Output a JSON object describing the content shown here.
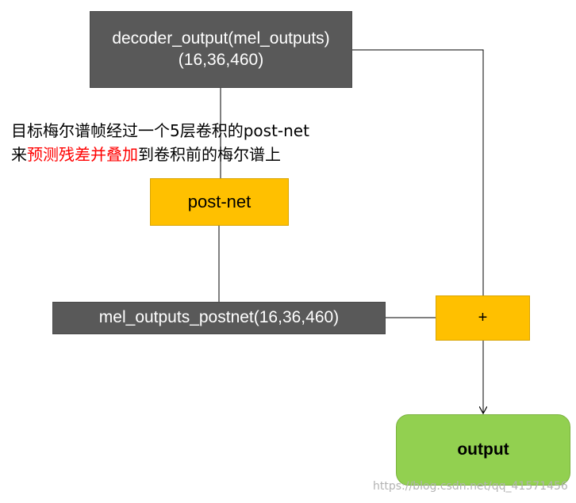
{
  "nodes": {
    "decoder_output": {
      "line1": "decoder_output(mel_outputs)",
      "line2": "(16,36,460)"
    },
    "postnet": {
      "label": "post-net"
    },
    "mel_outputs_postnet": {
      "label": "mel_outputs_postnet(16,36,460)"
    },
    "plus": {
      "label": "+"
    },
    "output": {
      "label": "output"
    }
  },
  "annotation": {
    "line1": "目标梅尔谱帧经过一个5层卷积的post-net",
    "line2_prefix": "来",
    "line2_highlight": "预测残差并叠加",
    "line2_suffix": "到卷积前的梅尔谱上"
  },
  "watermark": "https://blog.csdn.net/qq_41571456",
  "colors": {
    "dark_box": "#595959",
    "orange_box": "#ffc000",
    "green_box": "#92d050",
    "highlight_text": "#ff0000",
    "connector": "#000000"
  }
}
